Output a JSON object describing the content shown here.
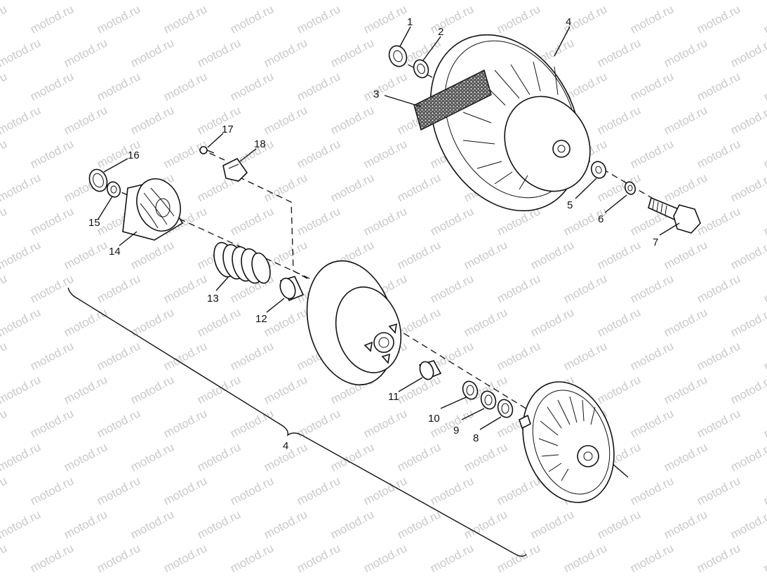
{
  "watermark": "motod.ru",
  "callouts": {
    "c1": "1",
    "c2": "2",
    "c3": "3",
    "c4a": "4",
    "c5": "5",
    "c6": "6",
    "c7": "7",
    "c8": "8",
    "c9": "9",
    "c10": "10",
    "c11": "11",
    "c12": "12",
    "c13": "13",
    "c14": "14",
    "c15": "15",
    "c16": "16",
    "c17": "17",
    "c18": "18",
    "c4b": "4"
  }
}
